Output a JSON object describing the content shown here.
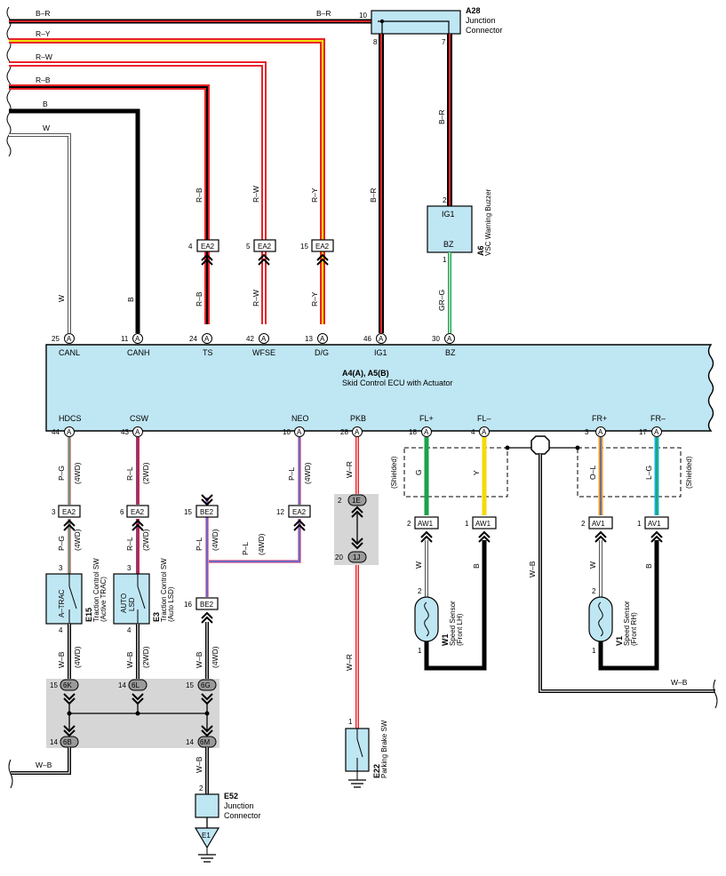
{
  "ecu": {
    "id": "A4(A), A5(B)",
    "name": "Skid Control ECU with Actuator",
    "top_terms": [
      {
        "pin": "25",
        "label": "CANL"
      },
      {
        "pin": "11",
        "label": "CANH"
      },
      {
        "pin": "24",
        "label": "TS"
      },
      {
        "pin": "42",
        "label": "WFSE"
      },
      {
        "pin": "13",
        "label": "D/G"
      },
      {
        "pin": "46",
        "label": "IG1"
      },
      {
        "pin": "30",
        "label": "BZ"
      }
    ],
    "bottom_terms": [
      {
        "pin": "44",
        "label": "HDCS"
      },
      {
        "pin": "43",
        "label": "CSW"
      },
      {
        "pin": "10",
        "label": "NEO"
      },
      {
        "pin": "28",
        "label": "PKB"
      },
      {
        "pin": "18",
        "label": "FL+"
      },
      {
        "pin": "4",
        "label": "FL–"
      },
      {
        "pin": "3",
        "label": "FR+"
      },
      {
        "pin": "17",
        "label": "FR–"
      }
    ],
    "term_letter": "A"
  },
  "junction_a28": {
    "id": "A28",
    "name1": "Junction",
    "name2": "Connector",
    "pins": {
      "p10": "10",
      "p8": "8",
      "p7": "7"
    }
  },
  "buzzer": {
    "id": "A6",
    "name": "VSC Warning Buzzer",
    "t1": "IG1",
    "t2": "BZ",
    "pin_top": "2",
    "pin_bot": "1"
  },
  "top_wires": {
    "br": "B–R",
    "ry": "R–Y",
    "rw": "R–W",
    "rb": "R–B",
    "b": "B",
    "w": "W",
    "br_right": "B–R",
    "br_a6": "B–R",
    "gr_g": "GR–G",
    "br_ig1": "B–R",
    "rb2": "R–B",
    "rw2": "R–W",
    "ry2": "R–Y",
    "rb3": "R–B",
    "rw3": "R–W",
    "ry3": "R–Y",
    "w_canl": "W",
    "b_canh": "B"
  },
  "ea2_top": [
    {
      "pin": "4",
      "label": "EA2"
    },
    {
      "pin": "5",
      "label": "EA2"
    },
    {
      "pin": "15",
      "label": "EA2"
    }
  ],
  "hdcs": {
    "wire1": "P–G",
    "wire1b": "(4WD)",
    "conn_pin": "3",
    "conn": "EA2",
    "wire2": "P–G",
    "wire2b": "(4WD)",
    "sw_pin_top": "3",
    "sw_label": "A–TRAC",
    "sw_pin_bot": "4",
    "id": "E15",
    "name1": "Traction Control SW",
    "name2": "(Active TRAC)",
    "wire3": "W–B",
    "wire3b": "(4WD)"
  },
  "csw": {
    "wire1": "R–L",
    "wire1b": "(2WD)",
    "conn_pin": "6",
    "conn": "EA2",
    "wire2": "R–L",
    "wire2b": "(2WD)",
    "sw_pin_top": "3",
    "sw_label1": "AUTO",
    "sw_label2": "LSD",
    "sw_pin_bot": "4",
    "id": "E3",
    "name1": "Traction Control SW",
    "name2": "(Auto LSD)",
    "wire3": "W–B",
    "wire3b": "(2WD)"
  },
  "neo": {
    "wire1": "P–L",
    "wire1b": "(4WD)",
    "conn_pin": "12",
    "conn": "EA2",
    "be2_pin1": "15",
    "be2": "BE2",
    "wire2": "P–L",
    "wire2b": "(4WD)",
    "wire3": "P–L",
    "wire3b": "(4WD)",
    "be2_pin2": "16",
    "be2b": "BE2",
    "wire4": "W–B",
    "wire4b": "(4WD)"
  },
  "pkb": {
    "wire1": "W–R",
    "p1": "2",
    "c1": "1E",
    "p2": "20",
    "c2": "1J",
    "wire2": "W–R",
    "sw_pin": "1",
    "id": "E22",
    "name": "Parking Brake SW"
  },
  "jb": {
    "a": {
      "pin": "15",
      "c": "6K"
    },
    "b": {
      "pin": "14",
      "c": "6L"
    },
    "c": {
      "pin": "15",
      "c": "6G"
    },
    "d": {
      "pin": "14",
      "c": "6B"
    },
    "e": {
      "pin": "14",
      "c": "6M"
    },
    "wire_out": "W–B",
    "wire_down": "W–B"
  },
  "e52": {
    "pin": "2",
    "id": "E52",
    "name1": "Junction",
    "name2": "Connector",
    "ground": "E1"
  },
  "speed_lh": {
    "shield": "(Shielded)",
    "wire_g": "G",
    "wire_y": "Y",
    "c1_pin": "2",
    "c1": "AW1",
    "c2_pin": "1",
    "c2": "AW1",
    "wire_w": "W",
    "wire_b": "B",
    "pin2": "2",
    "pin1": "1",
    "id": "W1",
    "name1": "Speed Sensor",
    "name2": "(Front LH)"
  },
  "speed_rh": {
    "shield": "(Shielded)",
    "wire_ol": "O–L",
    "wire_lg": "L–G",
    "c1_pin": "2",
    "c1": "AV1",
    "c2_pin": "1",
    "c2": "AV1",
    "wire_w": "W",
    "wire_b": "B",
    "pin2": "2",
    "pin1": "1",
    "id": "V1",
    "name1": "Speed Sensor",
    "name2": "(Front RH)"
  },
  "shield_wire": {
    "label": "W–B",
    "label2": "W–B"
  },
  "colors": {
    "ecu_fill": "#bfe6f3",
    "red": "#e8232a",
    "yellow": "#f4d90c",
    "green": "#19a34a",
    "cyan": "#18b3d4",
    "pink": "#e88aa8",
    "gray_box": "#d6d6d6",
    "orange": "#f0a12a"
  }
}
